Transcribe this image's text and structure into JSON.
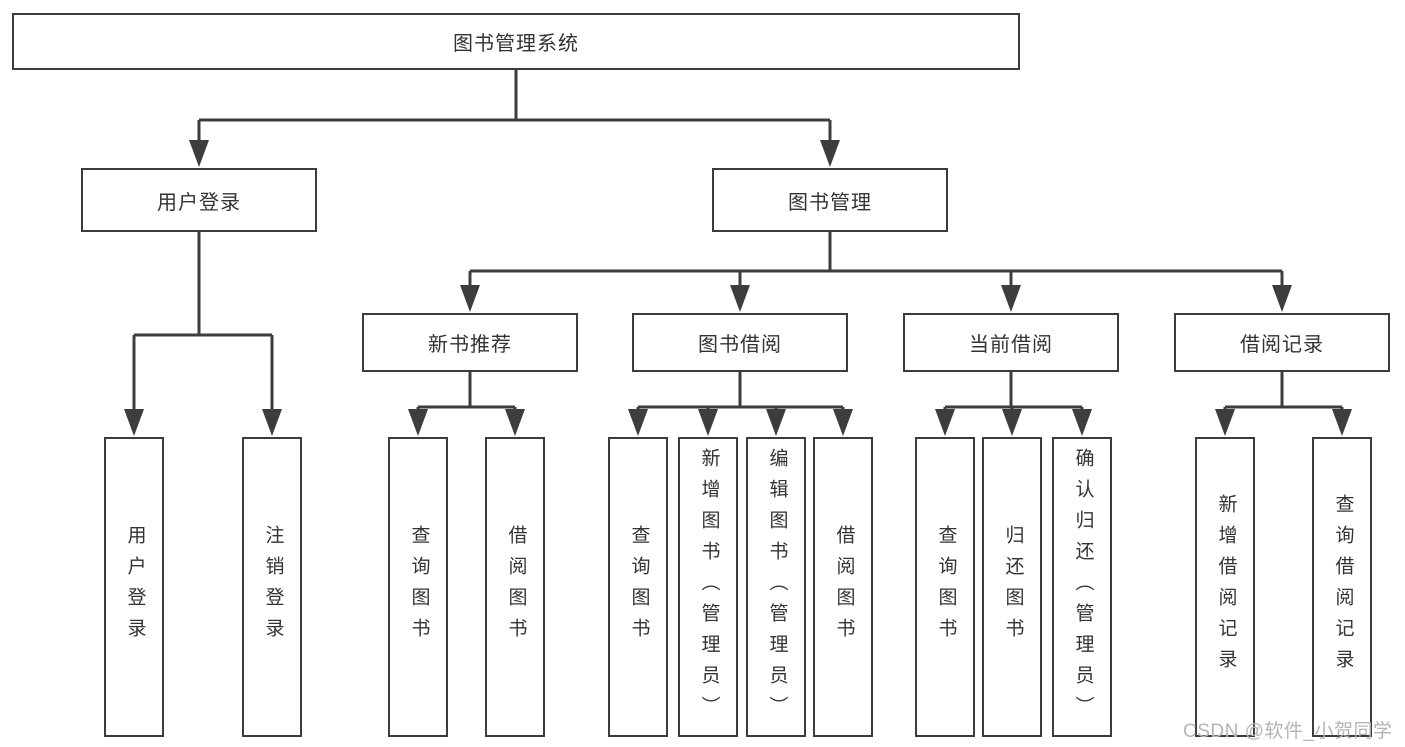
{
  "colors": {
    "line": "#3d3d3d",
    "box_border": "#3c3c3c",
    "box_background": "#ffffff",
    "text": "#333333",
    "background": "#ffffff",
    "watermark": "#b5b5b5"
  },
  "watermark": {
    "text": "CSDN @软件_小贺同学"
  },
  "icons": {
    "arrow_down": "filled-triangle-arrowhead"
  },
  "tree": {
    "root": {
      "label": "图书管理系统",
      "children": [
        {
          "label": "用户登录",
          "children": [
            {
              "label": "用户登录"
            },
            {
              "label": "注销登录"
            }
          ]
        },
        {
          "label": "图书管理",
          "children": [
            {
              "label": "新书推荐",
              "children": [
                {
                  "label": "查询图书"
                },
                {
                  "label": "借阅图书"
                }
              ]
            },
            {
              "label": "图书借阅",
              "children": [
                {
                  "label": "查询图书"
                },
                {
                  "label": "新增图书（管理员）"
                },
                {
                  "label": "编辑图书（管理员）"
                },
                {
                  "label": "借阅图书"
                }
              ]
            },
            {
              "label": "当前借阅",
              "children": [
                {
                  "label": "查询图书"
                },
                {
                  "label": "归还图书"
                },
                {
                  "label": "确认归还（管理员）"
                }
              ]
            },
            {
              "label": "借阅记录",
              "children": [
                {
                  "label": "新增借阅记录"
                },
                {
                  "label": "查询借阅记录"
                }
              ]
            }
          ]
        }
      ]
    }
  }
}
